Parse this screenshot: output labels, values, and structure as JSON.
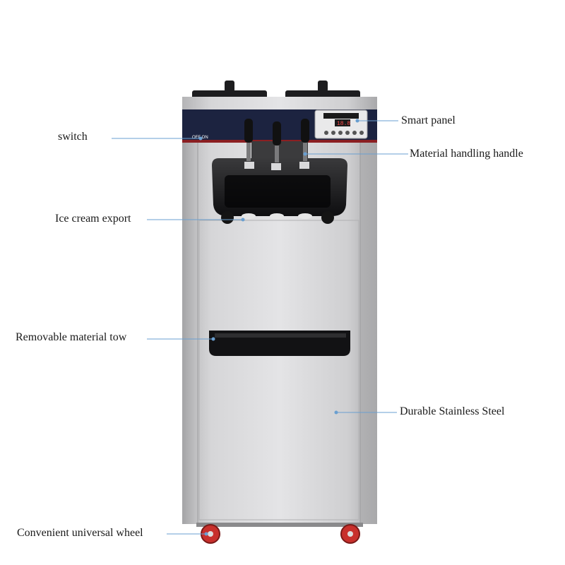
{
  "labels": {
    "switch": "switch",
    "smart_panel": "Smart panel",
    "material_handling_handle": "Material handling handle",
    "ice_cream_export": "Ice cream export",
    "removable_material_tow": "Removable material tow",
    "durable_stainless_steel": "Durable Stainless Steel",
    "convenient_universal_wheel": "Convenient universal wheel"
  },
  "switch_text": "OFF ON",
  "panel_display": "18.8",
  "colors": {
    "steel": "#c9c9c9",
    "panel_navy": "#1c2340",
    "leader_line": "#6a9fd0",
    "wheel_red": "#c8302c"
  }
}
